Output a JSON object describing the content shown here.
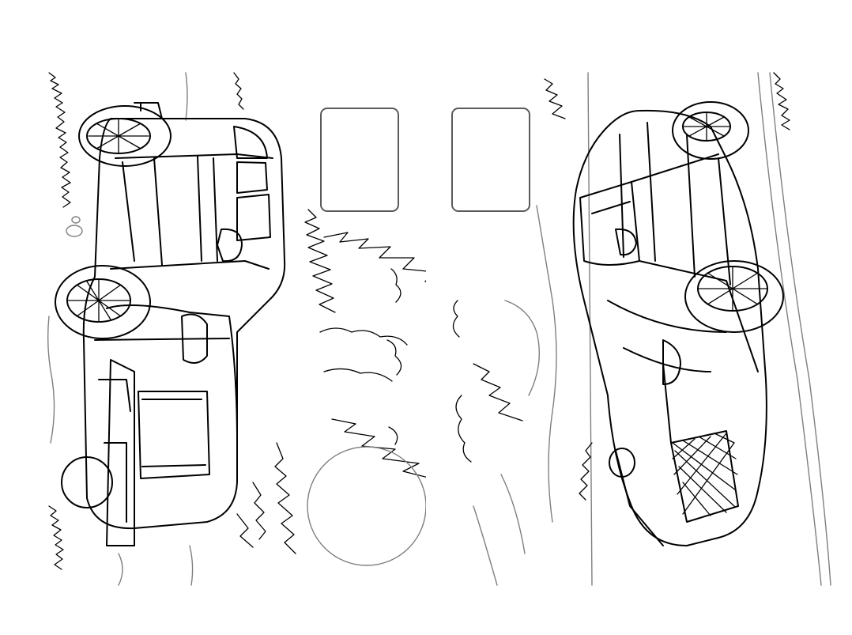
{
  "colors": {
    "paper": "#ffffff",
    "ink": "#000000",
    "box_border": "#5a5a5a",
    "scenery_grey": "#7f7f7f"
  },
  "pages": [
    {
      "id": "left",
      "subject": "suv-top-view",
      "label_box": "empty"
    },
    {
      "id": "right",
      "subject": "sedan-top-view",
      "label_box": "empty"
    }
  ]
}
